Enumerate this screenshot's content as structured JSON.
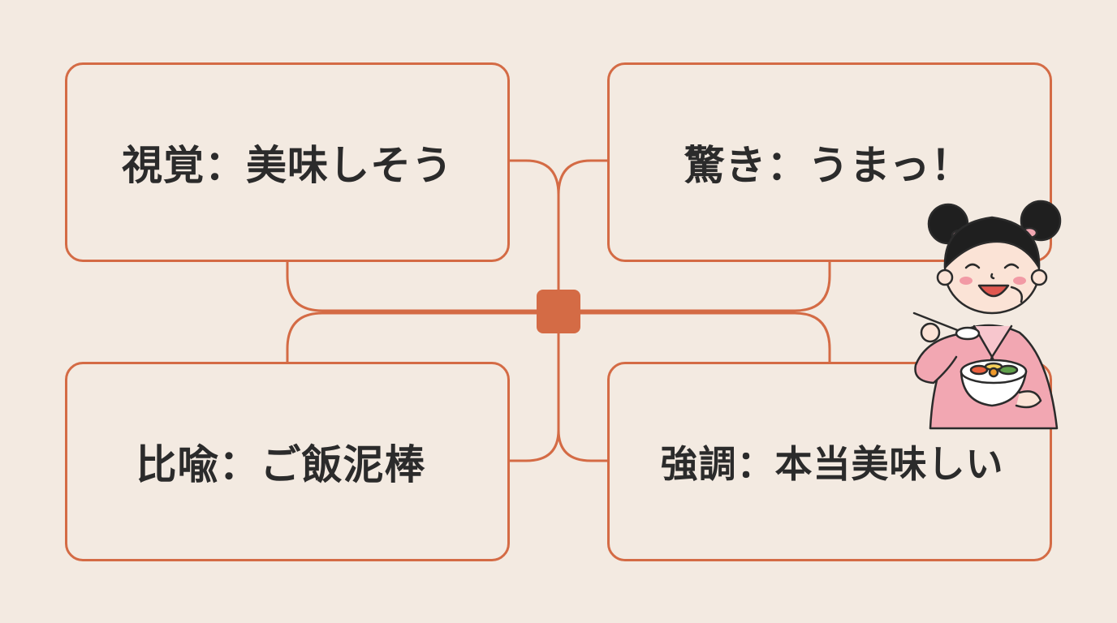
{
  "nodes": {
    "top_left": "視覚：美味しそう",
    "top_right": "驚き：うまっ！",
    "bottom_left": "比喩：ご飯泥棒",
    "bottom_right": "強調：本当美味しい"
  },
  "colors": {
    "background": "#f3eae1",
    "accent": "#d46b45",
    "text": "#2b2b2b"
  },
  "mascot": {
    "icon": "girl-eating-bibimbap-icon"
  }
}
